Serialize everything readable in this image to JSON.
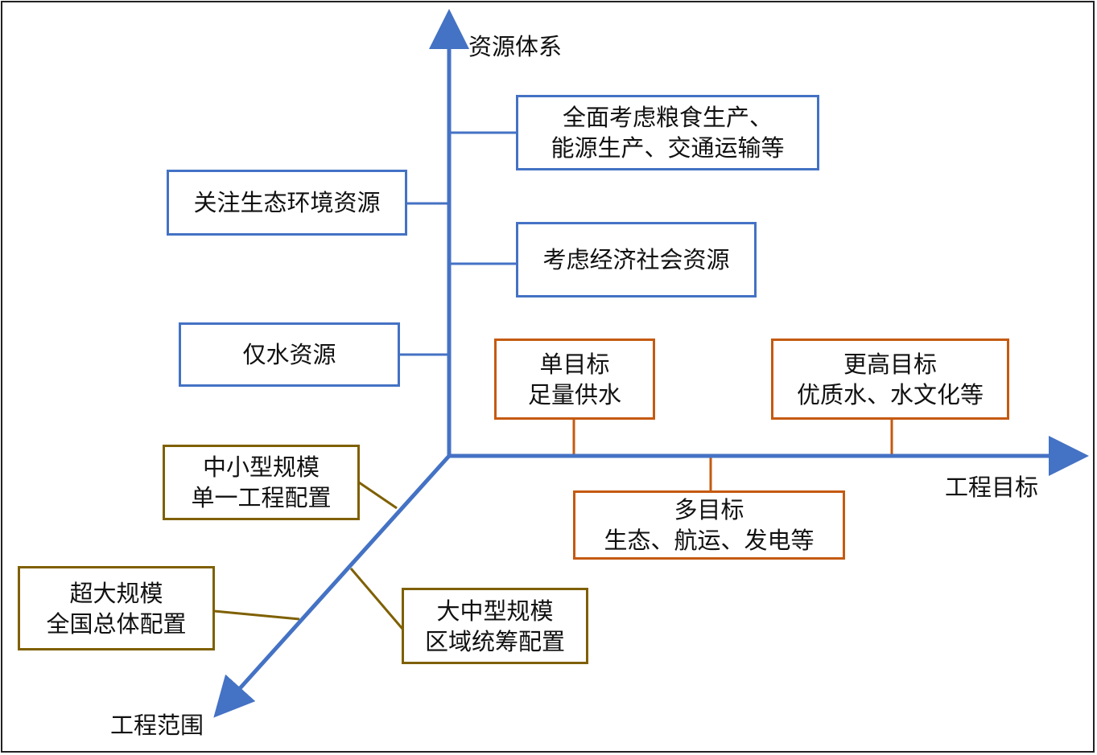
{
  "axes": {
    "vertical": "资源体系",
    "horizontal": "工程目标",
    "diagonal": "工程范围"
  },
  "resource_items": {
    "food_energy": [
      "全面考虑粮食生产、",
      "能源生产、交通运输等"
    ],
    "ecology": [
      "关注生态环境资源"
    ],
    "economy": [
      "考虑经济社会资源"
    ],
    "water_only": [
      "仅水资源"
    ]
  },
  "goal_items": {
    "single": [
      "单目标",
      "足量供水"
    ],
    "higher": [
      "更高目标",
      "优质水、水文化等"
    ],
    "multi": [
      "多目标",
      "生态、航运、发电等"
    ]
  },
  "scope_items": {
    "small": [
      "中小型规模",
      "单一工程配置"
    ],
    "large": [
      "大中型规模",
      "区域统筹配置"
    ],
    "huge": [
      "超大规模",
      "全国总体配置"
    ]
  },
  "colors": {
    "axis": "#4472c4",
    "resource_border": "#4472c4",
    "goal_border": "#c55a11",
    "scope_border": "#7f6000"
  }
}
